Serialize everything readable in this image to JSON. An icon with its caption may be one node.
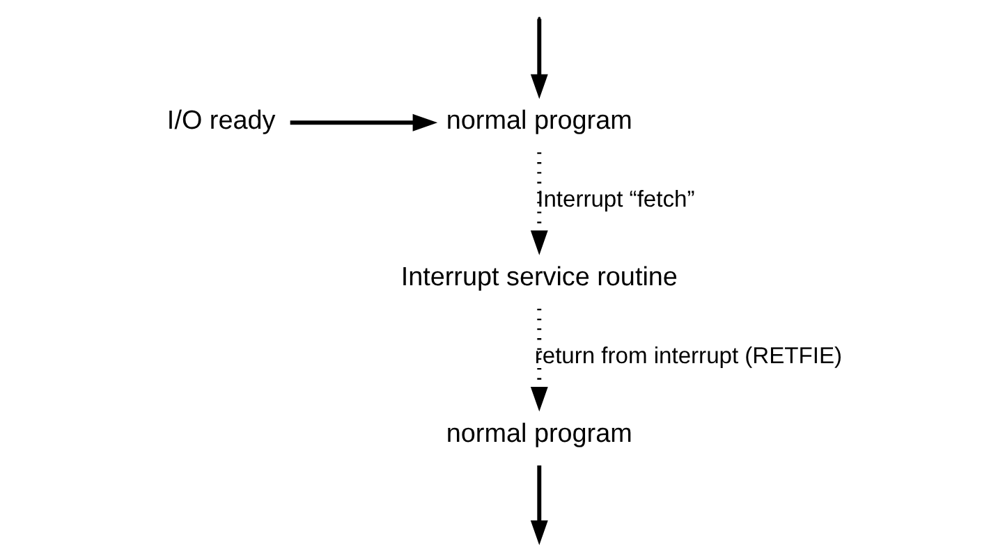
{
  "diagram": {
    "nodes": [
      {
        "text": [
          "I/O ready"
        ]
      },
      {
        "text": [
          "normal program"
        ]
      },
      {
        "text": [
          "Interrupt service routine"
        ]
      },
      {
        "text": [
          "normal program"
        ]
      }
    ],
    "edges": [
      {
        "from": 0,
        "to": 1,
        "arrow": "to"
      },
      {
        "from": null,
        "to": 1,
        "arrow": "to"
      },
      {
        "from": 1,
        "to": 2,
        "arrow": "to",
        "style": "dashed",
        "label": "Interrupt “fetch”"
      },
      {
        "from": 2,
        "to": 3,
        "arrow": "to",
        "style": "dashed",
        "label": "return from interrupt (RETFIE)"
      },
      {
        "from": 3,
        "to": null,
        "arrow": "to"
      }
    ]
  }
}
